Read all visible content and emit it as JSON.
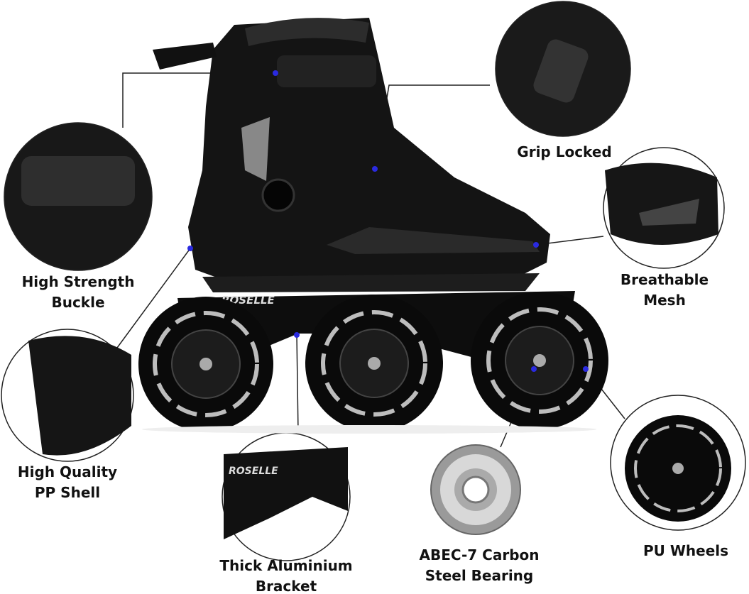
{
  "brand": {
    "logo_text": "ROSELLE"
  },
  "colors": {
    "skate": "#141414",
    "marker": "#2a2ae0",
    "circle_border": "#222222",
    "wheel_print": "#bdbdbd"
  },
  "features": [
    {
      "id": "grip",
      "lines": [
        "Grip Locked"
      ]
    },
    {
      "id": "buckle",
      "lines": [
        "High Strength",
        "Buckle"
      ]
    },
    {
      "id": "mesh",
      "lines": [
        "Breathable",
        "Mesh"
      ]
    },
    {
      "id": "shell",
      "lines": [
        "High Quality",
        "PP Shell"
      ]
    },
    {
      "id": "bracket",
      "lines": [
        "Thick Aluminium",
        "Bracket"
      ]
    },
    {
      "id": "bearing",
      "lines": [
        "ABEC-7 Carbon",
        "Steel Bearing"
      ]
    },
    {
      "id": "wheels",
      "lines": [
        "PU Wheels"
      ]
    }
  ]
}
